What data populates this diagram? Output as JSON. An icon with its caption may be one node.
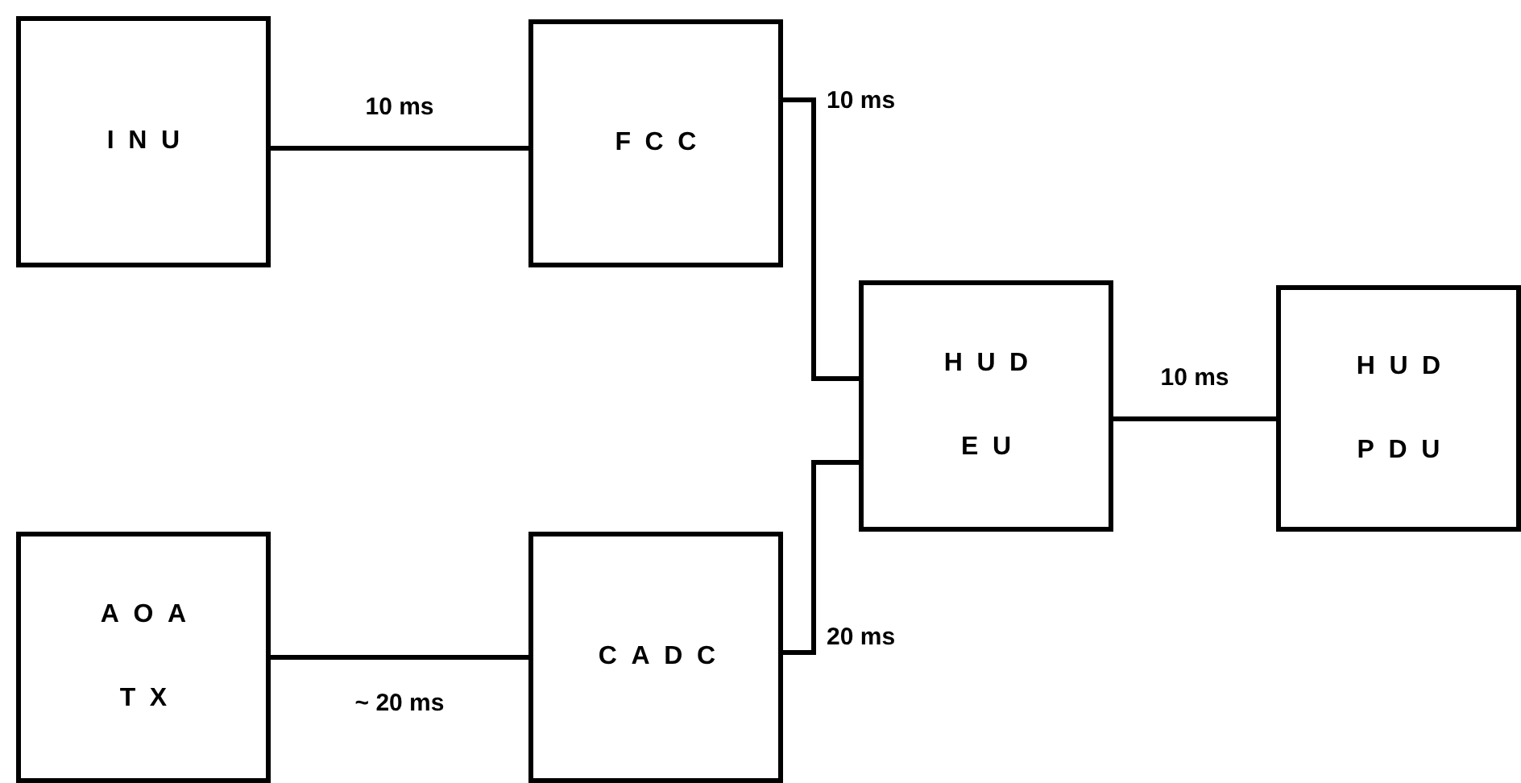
{
  "diagram": {
    "nodes": [
      {
        "text": [
          "INU"
        ]
      },
      {
        "text": [
          "FCC"
        ]
      },
      {
        "text": [
          "HUD EU"
        ]
      },
      {
        "text": [
          "HUD PDU"
        ]
      },
      {
        "text": [
          "AOA TX"
        ]
      },
      {
        "text": [
          "CADC"
        ]
      }
    ],
    "edges": [
      {
        "from": 0,
        "to": 1,
        "arrow": "none",
        "label": "10 ms"
      },
      {
        "from": 1,
        "to": 2,
        "arrow": "none",
        "label": "10 ms"
      },
      {
        "from": 5,
        "to": 2,
        "arrow": "none",
        "label": "20 ms"
      },
      {
        "from": 4,
        "to": 5,
        "arrow": "none",
        "label": "~ 20 ms"
      },
      {
        "from": 2,
        "to": 3,
        "arrow": "none",
        "label": "10 ms"
      }
    ]
  }
}
